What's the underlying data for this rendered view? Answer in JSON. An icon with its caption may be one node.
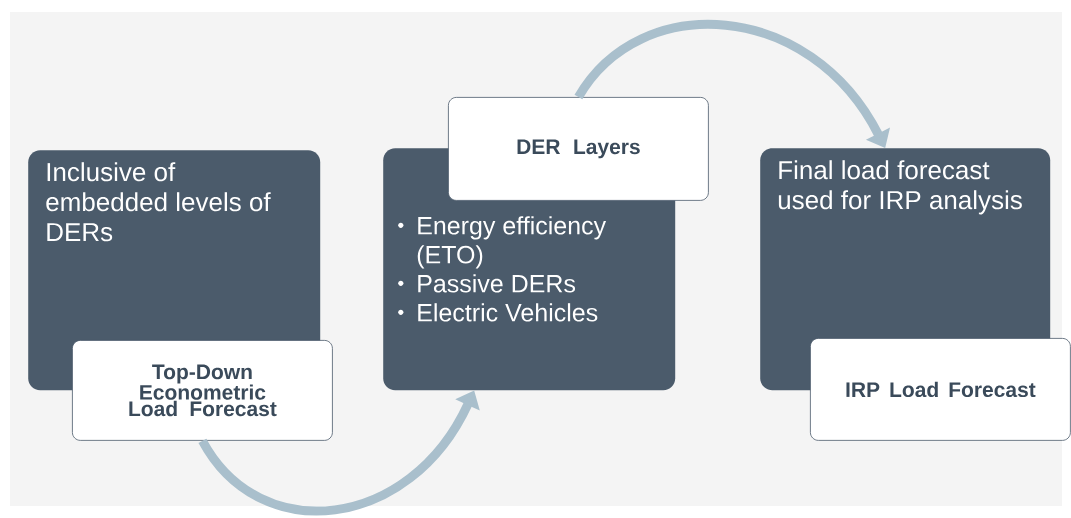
{
  "diagram": {
    "nodes": [
      {
        "text": [
          "Inclusive of embedded levels of DERs"
        ]
      },
      {
        "text": [
          "Top-Down Econometric Load Forecast"
        ]
      },
      {
        "text": [
          "Energy efficiency (ETO)",
          "Passive DERs",
          "Electric Vehicles"
        ]
      },
      {
        "text": [
          "DER Layers"
        ]
      },
      {
        "text": [
          "Final load forecast used for IRP analysis"
        ]
      },
      {
        "text": [
          "IRP Load Forecast"
        ]
      }
    ],
    "edges": [
      {
        "from": 1,
        "to": 2,
        "arrow": "to"
      },
      {
        "from": 3,
        "to": 4,
        "arrow": "to"
      }
    ]
  }
}
